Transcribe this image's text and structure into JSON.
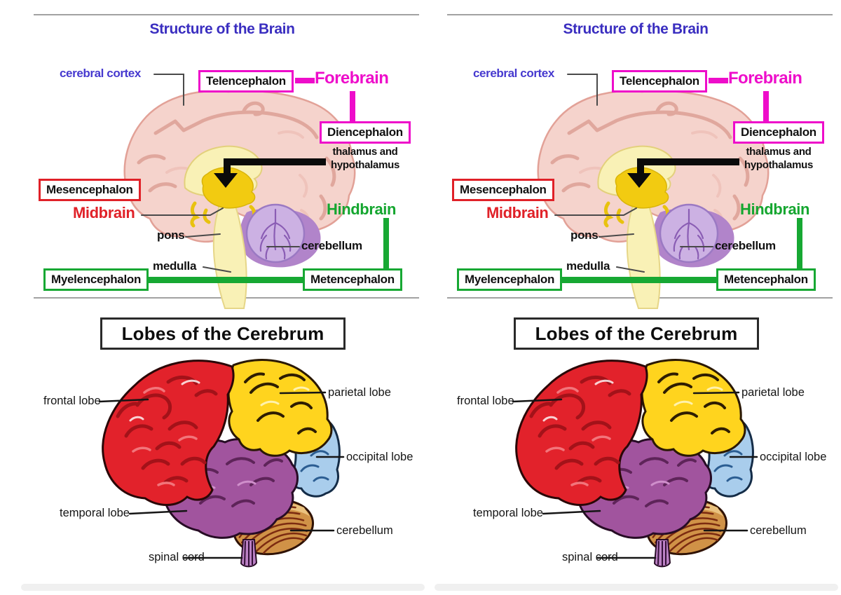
{
  "structure_panel": {
    "title": "Structure of the Brain",
    "labels": {
      "cerebral_cortex": "cerebral cortex",
      "telencephalon": "Telencephalon",
      "forebrain": "Forebrain",
      "diencephalon": "Diencephalon",
      "thalamus_hypothalamus": "thalamus and hypothalamus",
      "mesencephalon": "Mesencephalon",
      "midbrain": "Midbrain",
      "hindbrain": "Hindbrain",
      "pons": "pons",
      "cerebellum": "cerebellum",
      "medulla": "medulla",
      "myelencephalon": "Myelencephalon",
      "metencephalon": "Metencephalon"
    }
  },
  "lobes_panel": {
    "title": "Lobes of the Cerebrum",
    "labels": {
      "frontal": "frontal lobe",
      "parietal": "parietal lobe",
      "occipital": "occipital lobe",
      "temporal": "temporal lobe",
      "cerebellum": "cerebellum",
      "spinal_cord": "spinal cord"
    }
  },
  "colors": {
    "title_blue": "#3a2ec0",
    "magenta": "#ee0dca",
    "red": "#e02128",
    "green": "#17a833",
    "brain_pink": "#f5d3cc",
    "thalamus_gold": "#f2cb11",
    "cerebellum_violet": "#ccb1e3",
    "frontal_red": "#e2222b",
    "parietal_yellow": "#ffd41e",
    "occipital_blue": "#a9cdec",
    "temporal_purple": "#a1549e",
    "cerebellum_tan": "#d09247"
  }
}
